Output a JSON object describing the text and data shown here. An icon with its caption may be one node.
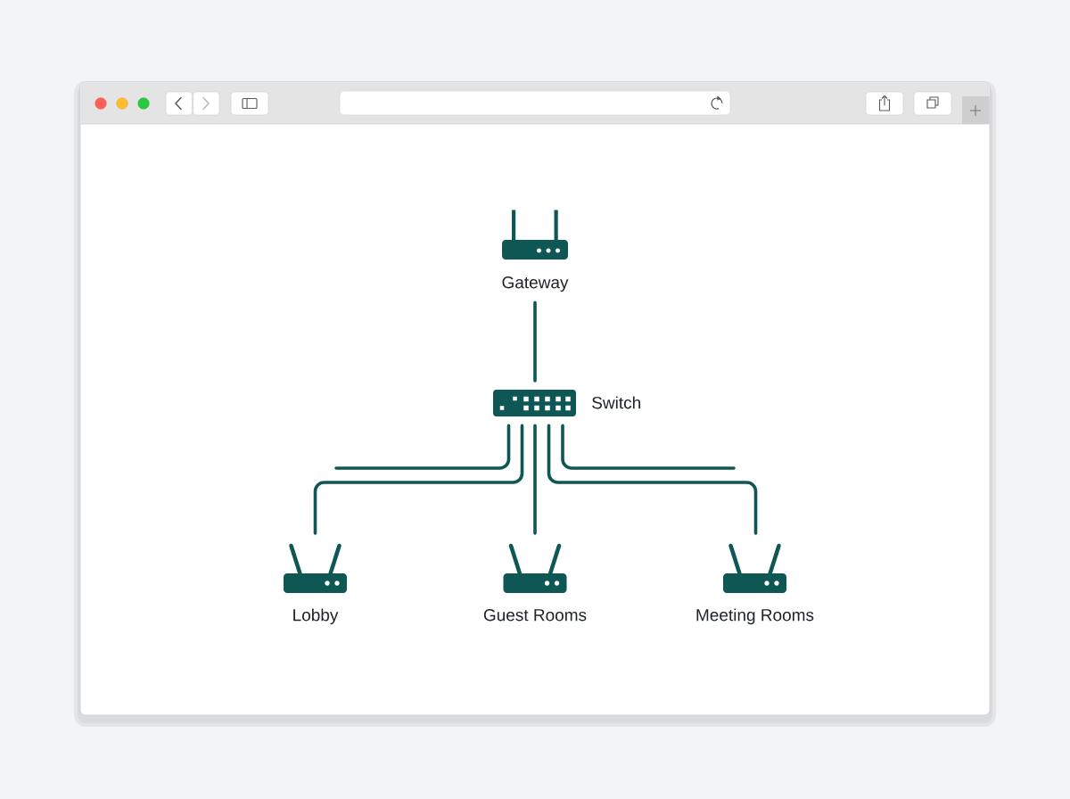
{
  "diagram": {
    "nodes": [
      {
        "text": [
          "Gateway"
        ]
      },
      {
        "text": [
          "Switch"
        ]
      },
      {
        "text": [
          "Lobby"
        ]
      },
      {
        "text": [
          "Guest Rooms"
        ]
      },
      {
        "text": [
          "Meeting Rooms"
        ]
      }
    ],
    "edges": [
      {
        "from": 0,
        "to": 1,
        "arrow": "none"
      },
      {
        "from": 1,
        "to": null,
        "arrow": "none"
      },
      {
        "from": 1,
        "to": 2,
        "arrow": "none"
      },
      {
        "from": 1,
        "to": 3,
        "arrow": "none"
      },
      {
        "from": 1,
        "to": 4,
        "arrow": "none"
      },
      {
        "from": 1,
        "to": null,
        "arrow": "none"
      }
    ]
  }
}
